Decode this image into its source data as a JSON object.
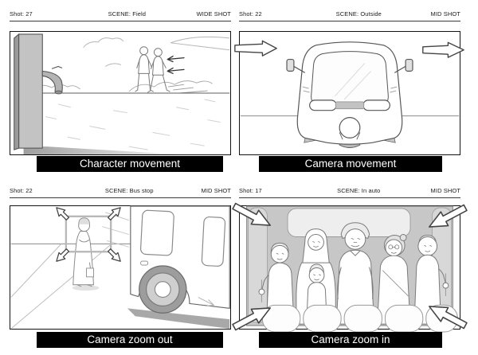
{
  "panels": [
    {
      "shot_label": "Shot: 27",
      "scene_label": "SCENE: Field",
      "shot_type": "WIDE SHOT",
      "caption": "Character movement"
    },
    {
      "shot_label": "Shot: 22",
      "scene_label": "SCENE: Outside",
      "shot_type": "MID SHOT",
      "caption": "Camera movement"
    },
    {
      "shot_label": "Shot: 22",
      "scene_label": "SCENE: Bus stop",
      "shot_type": "MID SHOT",
      "caption": "Camera zoom out"
    },
    {
      "shot_label": "Shot: 17",
      "scene_label": "SCENE: In auto",
      "shot_type": "MID SHOT",
      "caption": "Camera zoom in"
    }
  ],
  "icons": {
    "panel1_arrows": "character-direction-arrows-left",
    "panel2_arrows": "camera-pan-right-arrows",
    "panel3_arrows": "zoom-out-corner-arrows",
    "panel4_arrows": "zoom-in-corner-arrows"
  },
  "colors": {
    "caption_bg": "#000000",
    "caption_text": "#ffffff",
    "frame_border": "#121212",
    "sketch_gray": "#c3c3c3",
    "shadow_gray": "#9e9e9e"
  }
}
